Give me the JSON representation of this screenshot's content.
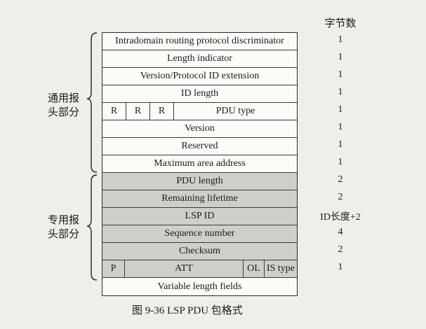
{
  "header": {
    "bytes_title": "字节数"
  },
  "rows": [
    {
      "label": "Intradomain routing protocol discriminator",
      "bytes": "1",
      "shaded": false
    },
    {
      "label": "Length indicator",
      "bytes": "1",
      "shaded": false
    },
    {
      "label": "Version/Protocol ID extension",
      "bytes": "1",
      "shaded": false
    },
    {
      "label": "ID length",
      "bytes": "1",
      "shaded": false
    },
    {
      "cells": [
        "R",
        "R",
        "R",
        "PDU type"
      ],
      "bytes": "1",
      "shaded": false
    },
    {
      "label": "Version",
      "bytes": "1",
      "shaded": false
    },
    {
      "label": "Reserved",
      "bytes": "1",
      "shaded": false
    },
    {
      "label": "Maximum area address",
      "bytes": "1",
      "shaded": false
    },
    {
      "label": "PDU length",
      "bytes": "2",
      "shaded": true
    },
    {
      "label": "Remaining lifetime",
      "bytes": "2",
      "shaded": true
    },
    {
      "label": "LSP ID",
      "bytes": "ID长度+2",
      "shaded": true
    },
    {
      "label": "Sequence number",
      "bytes": "4",
      "shaded": true
    },
    {
      "label": "Checksum",
      "bytes": "2",
      "shaded": true
    },
    {
      "cells": [
        "P",
        "ATT",
        "OL",
        "IS type"
      ],
      "bytes": "1",
      "shaded": true
    },
    {
      "label": "Variable length fields",
      "bytes": "",
      "shaded": false
    }
  ],
  "groups": {
    "common": {
      "line1": "通用报",
      "line2": "头部分"
    },
    "specific": {
      "line1": "专用报",
      "line2": "头部分"
    }
  },
  "caption": "图 9-36   LSP PDU 包格式"
}
